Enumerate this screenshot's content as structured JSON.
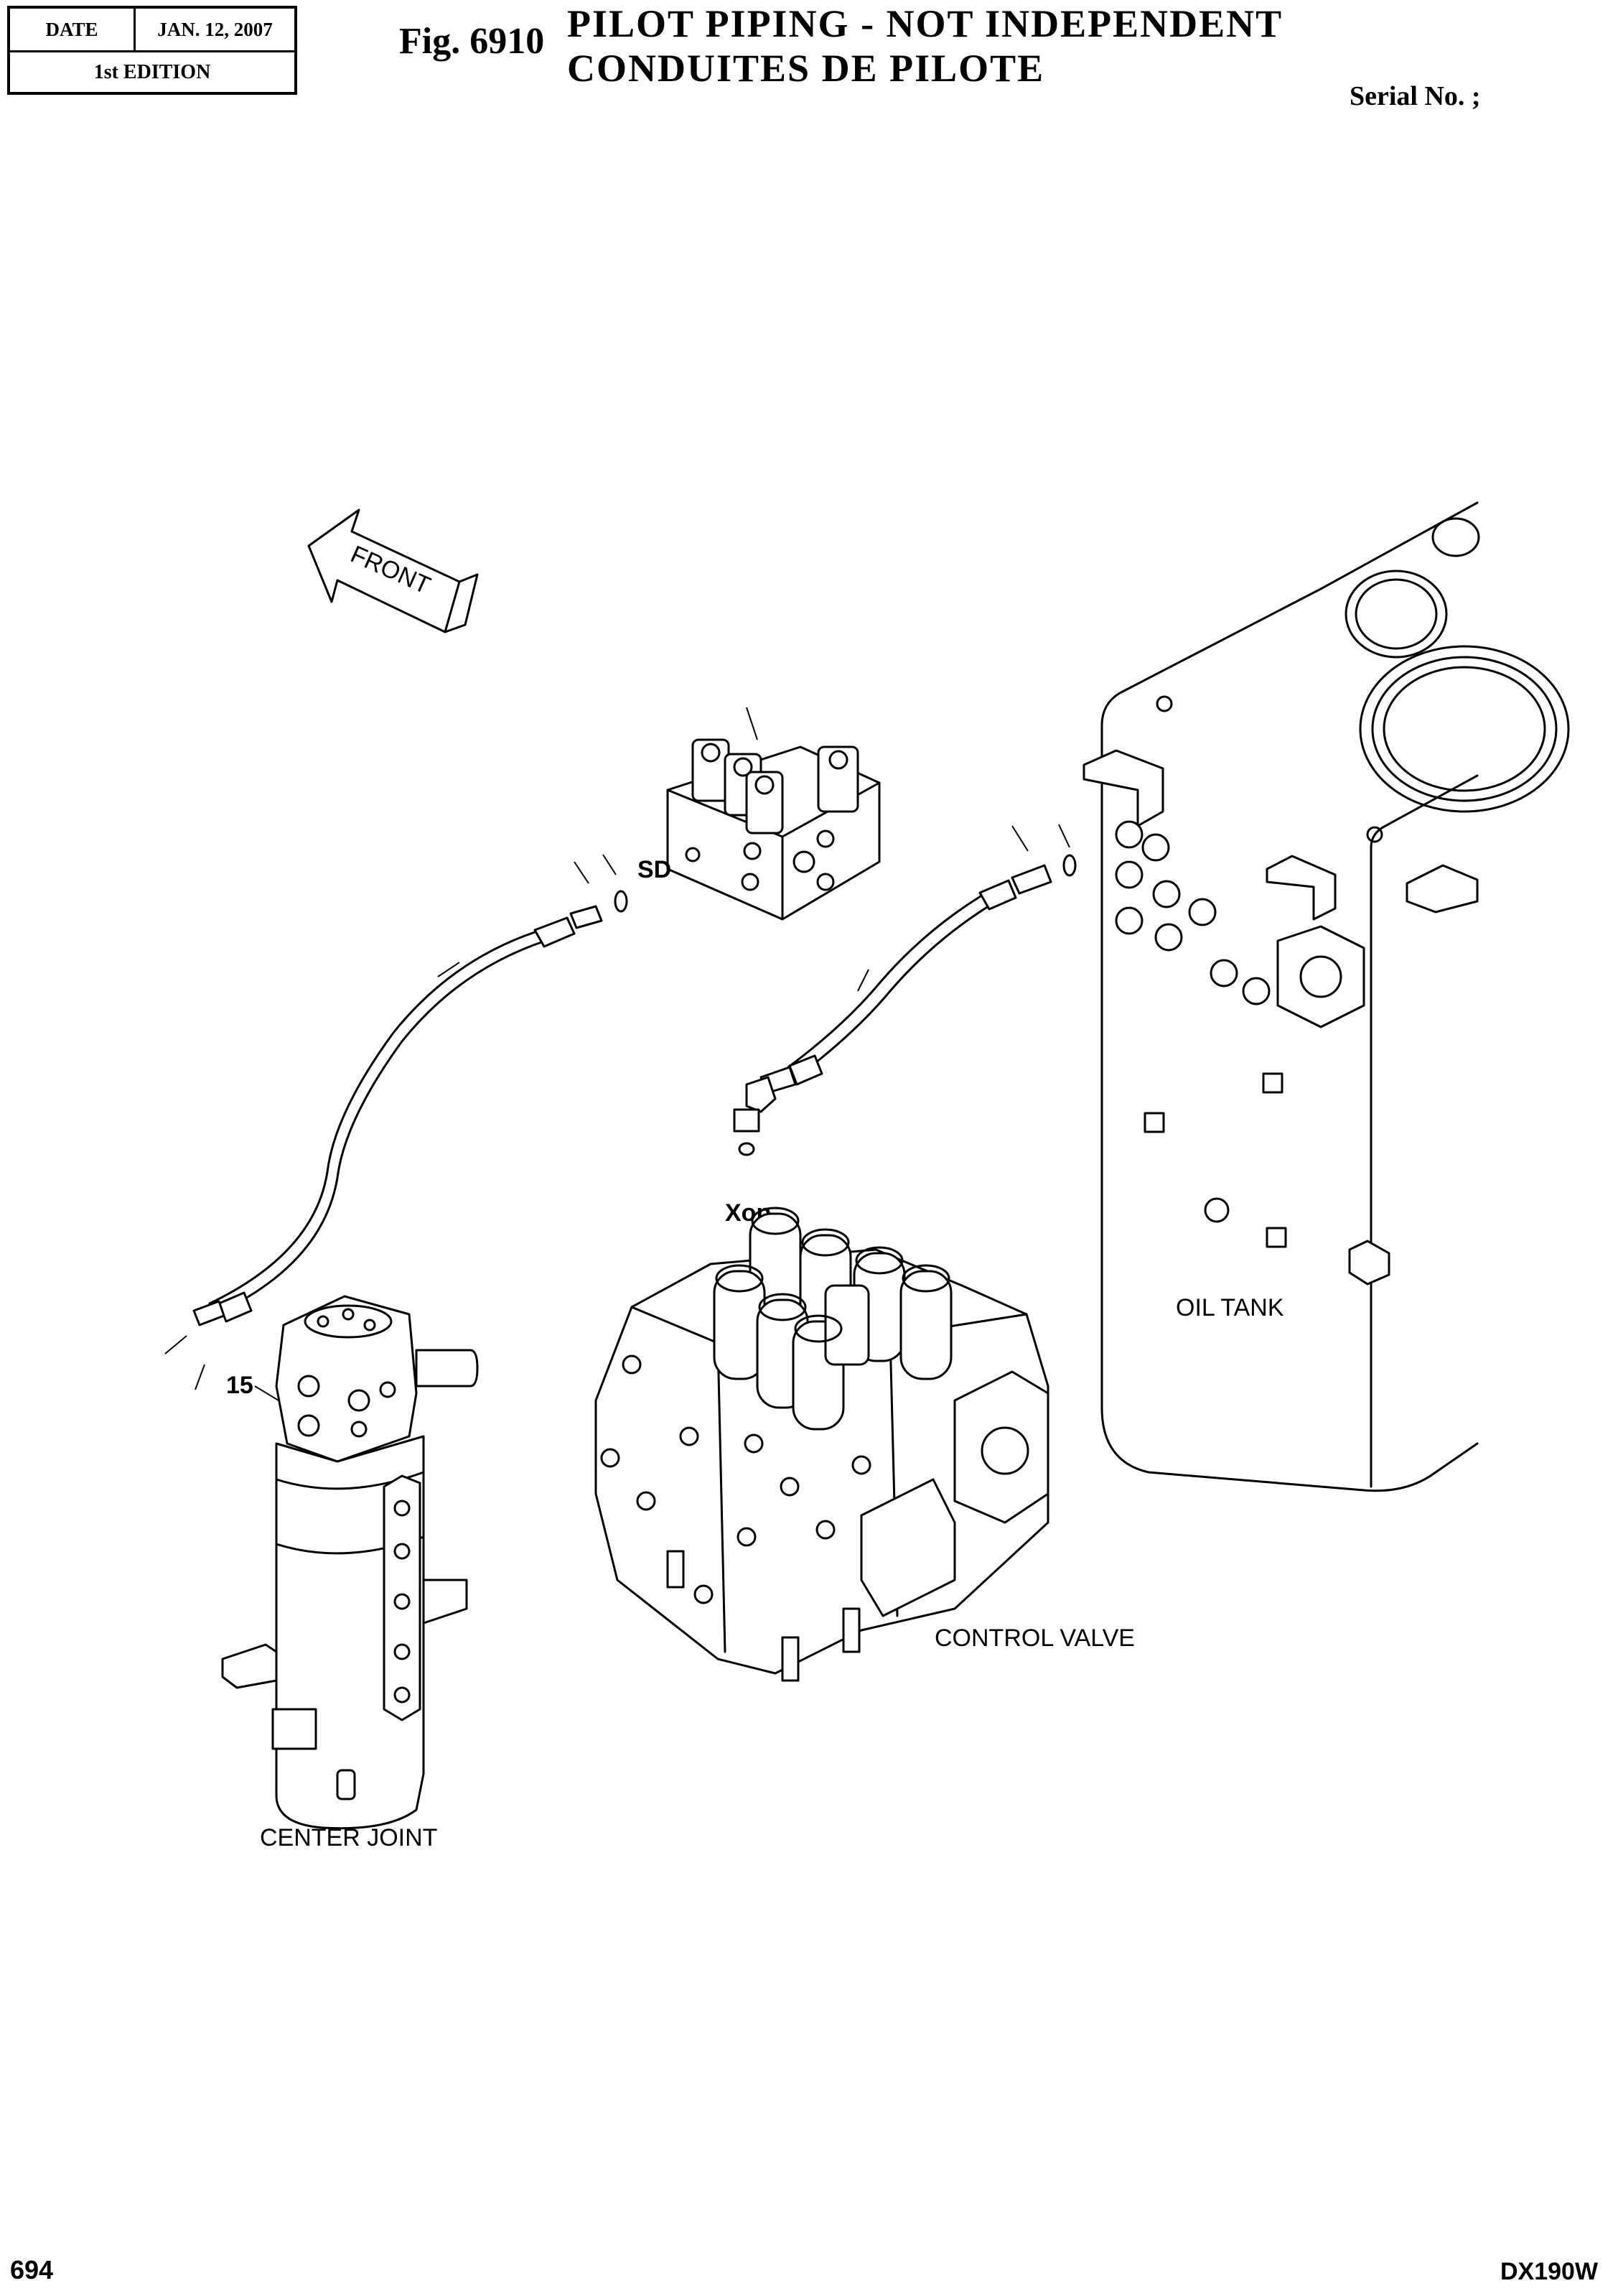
{
  "header": {
    "date_label": "DATE",
    "date_value": "JAN. 12, 2007",
    "edition": "1st EDITION",
    "figure_number": "Fig. 6910",
    "title_en": "PILOT PIPING - NOT INDEPENDENT",
    "title_fr": "CONDUITES DE PILOTE",
    "serial": "Serial No. ;"
  },
  "diagram": {
    "direction_label": "FRONT",
    "port_labels": {
      "solenoid_port": "SD",
      "control_port": "Xop"
    },
    "item_callouts": [
      "15"
    ],
    "component_labels": {
      "oil_tank": "OIL TANK",
      "control_valve": "CONTROL VALVE",
      "center_joint": "CENTER JOINT"
    }
  },
  "footer": {
    "page_number": "694",
    "model": "DX190W"
  }
}
